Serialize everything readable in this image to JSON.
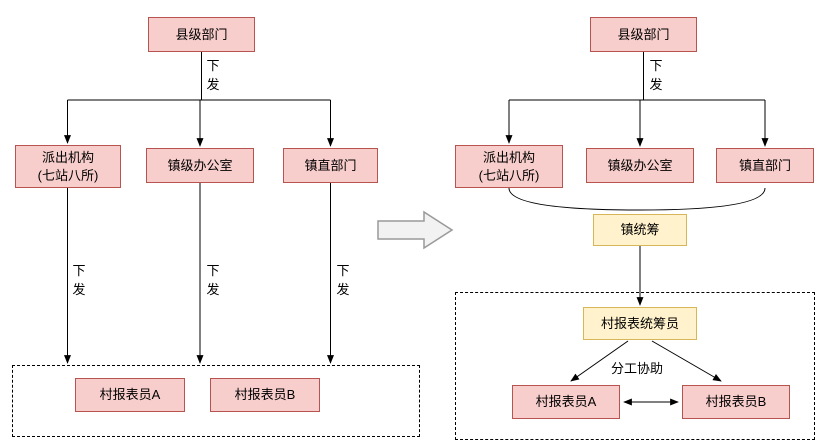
{
  "diagram_left": {
    "county": "县级部门",
    "distribute_top": "下发",
    "branch1_line1": "派出机构",
    "branch1_line2": "(七站八所)",
    "branch2": "镇级办公室",
    "branch3": "镇直部门",
    "edge1": "下发",
    "edge2": "下发",
    "edge3": "下发",
    "village_a": "村报表员A",
    "village_b": "村报表员B"
  },
  "diagram_right": {
    "county": "县级部门",
    "distribute_top": "下发",
    "branch1_line1": "派出机构",
    "branch1_line2": "(七站八所)",
    "branch2": "镇级办公室",
    "branch3": "镇直部门",
    "town_coordinator": "镇统筹",
    "village_coordinator": "村报表统筹员",
    "division_label": "分工协助",
    "village_a": "村报表员A",
    "village_b": "村报表员B"
  },
  "icons": {
    "transform_arrow": "right-block-arrow"
  },
  "colors": {
    "pink_fill": "#F8CECC",
    "pink_stroke": "#B85450",
    "yellow_fill": "#FFF2CC",
    "yellow_stroke": "#D6B656",
    "line": "#000000",
    "transform_arrow_fill": "#F2F2F2",
    "transform_arrow_stroke": "#999999"
  }
}
